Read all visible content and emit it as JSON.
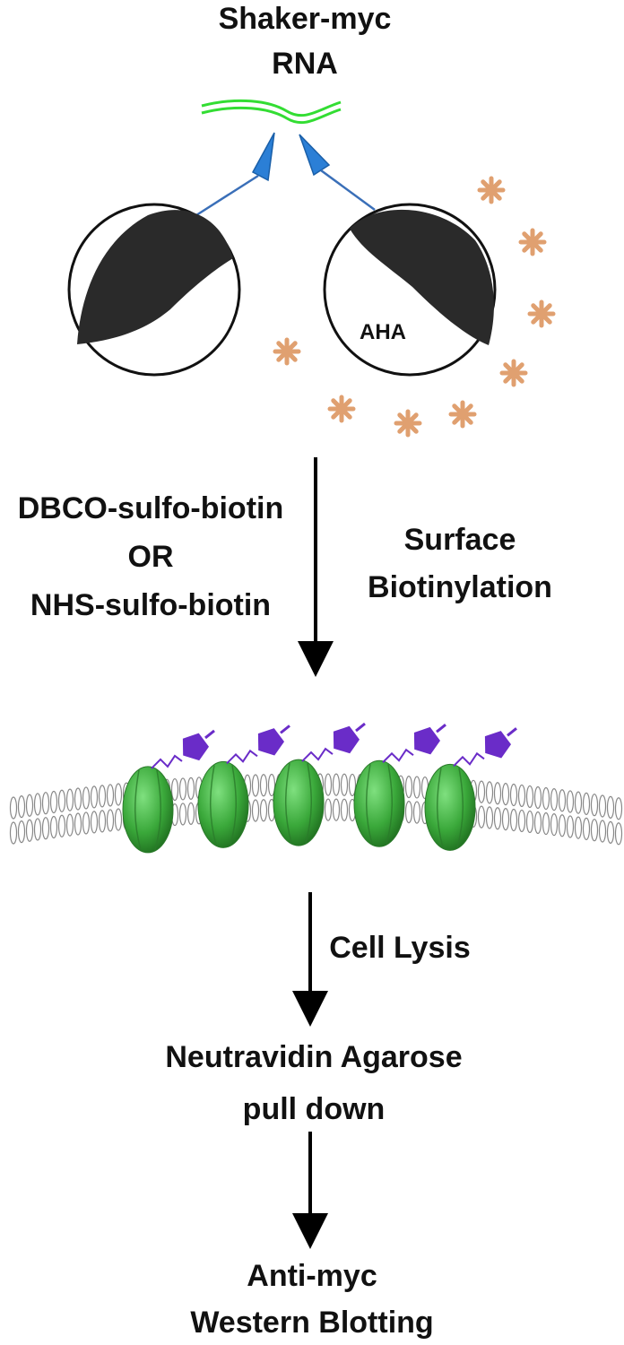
{
  "labels": {
    "rna_line1": "Shaker-myc",
    "rna_line2": "RNA",
    "aha": "AHA",
    "reagent_line1": "DBCO-sulfo-biotin",
    "reagent_line2": "OR",
    "reagent_line3": "NHS-sulfo-biotin",
    "step1_line1": "Surface",
    "step1_line2": "Biotinylation",
    "step2": "Cell Lysis",
    "step3_line1": "Neutravidin Agarose",
    "step3_line2": "pull down",
    "step4_line1": "Anti-myc",
    "step4_line2": "Western Blotting"
  },
  "colors": {
    "rna": "#33dd33",
    "needle": "#2b7fd6",
    "oocyte_dark": "#2a2a2a",
    "asterisk": "#e0a070",
    "channel": "#3aa83a",
    "biotin": "#6a2cc8",
    "membrane": "#888888",
    "arrow": "#000000"
  },
  "icons": {
    "oocytes": "oocyte-icon",
    "aha_molecules": "asterisk-icon",
    "channels": "ion-channel-icon",
    "biotin_tags": "biotin-tag-icon"
  },
  "counts": {
    "oocytes": 2,
    "asterisks": 8,
    "channels": 5
  }
}
